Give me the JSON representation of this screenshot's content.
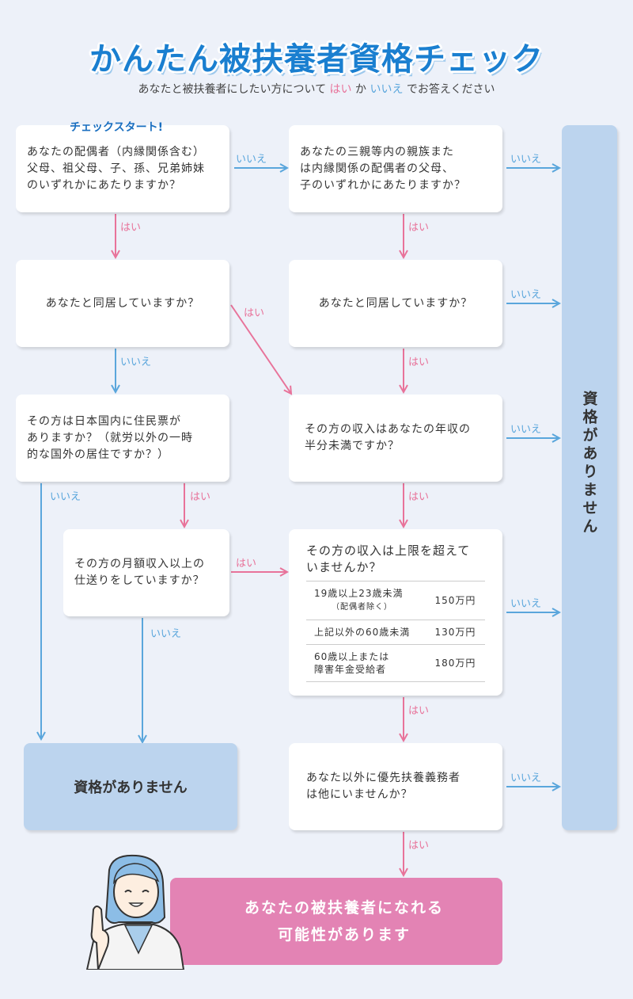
{
  "title": "かんたん被扶養者資格チェック",
  "subtitle": {
    "pre": "あなたと被扶養者にしたい方について",
    "yes": "はい",
    "mid": "か",
    "no": "いいえ",
    "post": "でお答えください"
  },
  "start_label": "チェックスタート!",
  "labels": {
    "yes": "はい",
    "no": "いいえ"
  },
  "questions": {
    "q1": "あなたの配偶者（内縁関係含む）\n父母、祖父母、子、孫、兄弟姉妹\nのいずれかにあたりますか？",
    "q2": "あなたの三親等内の親族また\nは内縁関係の配偶者の父母、\n子のいずれかにあたりますか？",
    "q3": "あなたと同居していますか？",
    "q4": "あなたと同居していますか？",
    "q5": "その方は日本国内に住民票が\nありますか？（就労以外の一時\n的な国外の居住ですか？）",
    "q6": "その方の収入はあなたの年収の\n半分未満ですか？",
    "q7": "その方の月額収入以上の\n仕送りをしていますか？",
    "q8": "その方の収入は上限を超えて\nいませんか？",
    "q9": "あなた以外に優先扶養義務者\nは他にいませんか？"
  },
  "income_table": [
    {
      "condition": "19歳以上23歳未満",
      "note": "（配偶者除く）",
      "limit": "150万円"
    },
    {
      "condition": "上記以外の60歳未満",
      "note": "",
      "limit": "130万円"
    },
    {
      "condition": "60歳以上または\n障害年金受給者",
      "note": "",
      "limit": "180万円"
    }
  ],
  "not_eligible": "資格がありません",
  "result": {
    "line1": "あなたの被扶養者になれる",
    "line2": "可能性があります"
  },
  "colors": {
    "yes": "#e8739a",
    "no": "#5aa6dc",
    "not_eligible": "#bcd4ee",
    "result": "#e383b4",
    "title": "#1a7fd0"
  }
}
